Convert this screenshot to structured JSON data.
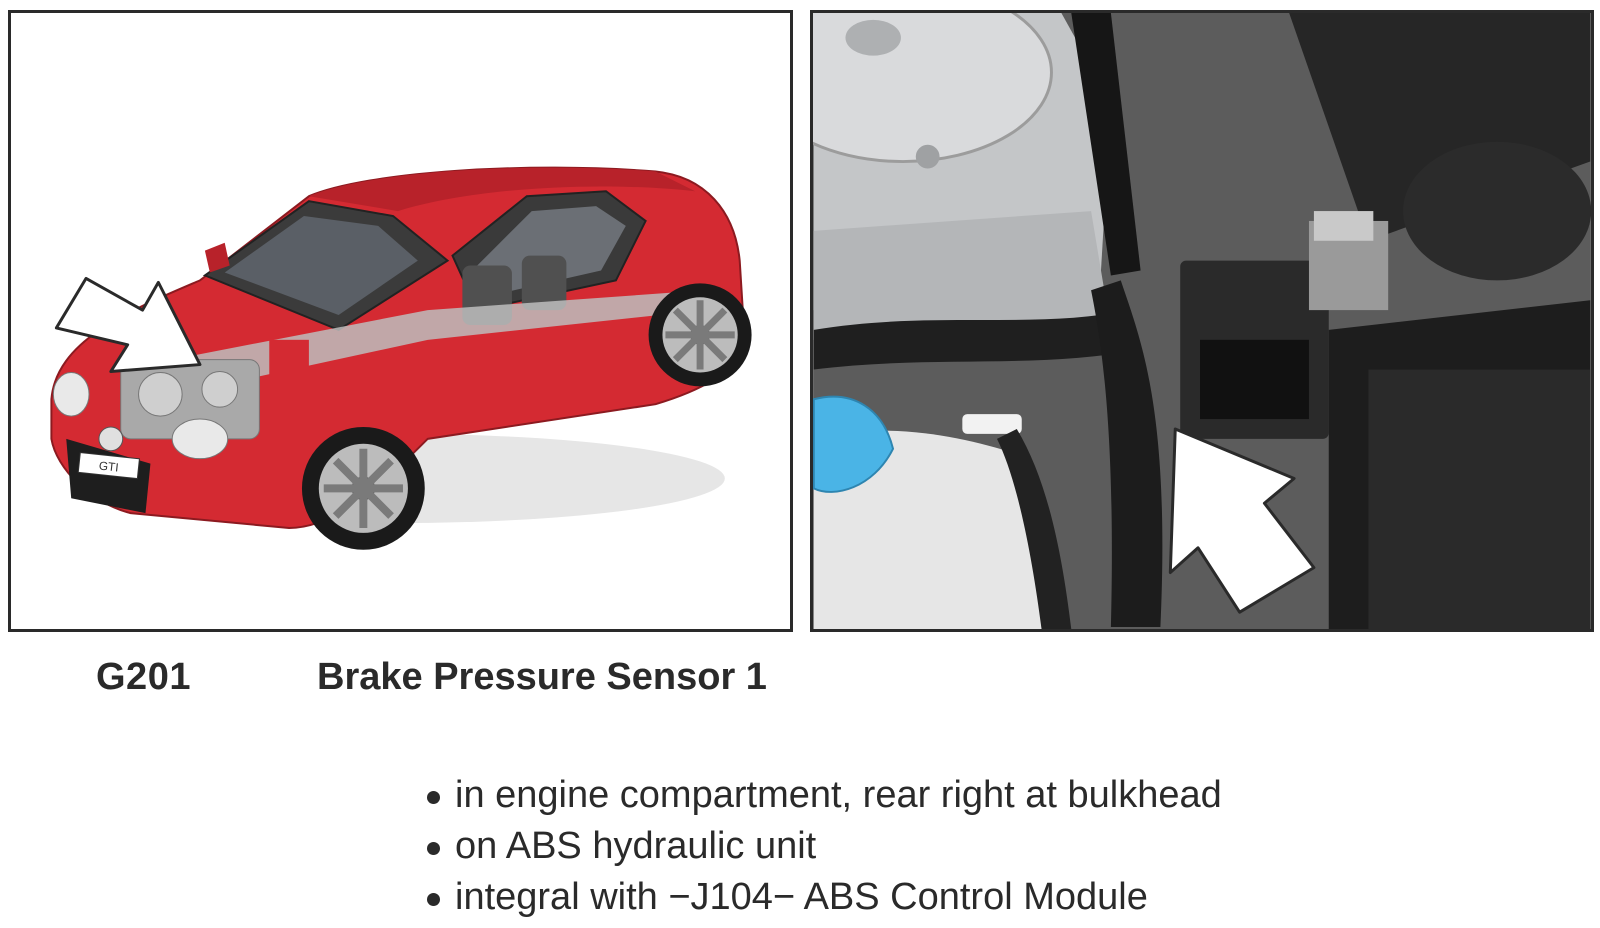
{
  "component": {
    "code": "G201",
    "name": "Brake Pressure Sensor 1"
  },
  "badge": {
    "plate": "GTI"
  },
  "locations": [
    "in engine compartment, rear right at bulkhead",
    "on ABS hydraulic unit",
    "integral with −J104− ABS Control Module"
  ],
  "colors": {
    "car_body": "#d42a32",
    "arrow_fill": "#ffffff",
    "reservoir_cap": "#4ab4e6",
    "border": "#2a2a2a"
  }
}
